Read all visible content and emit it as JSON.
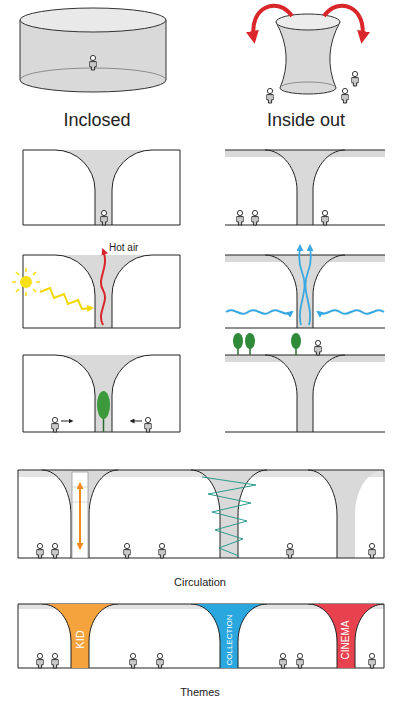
{
  "diagram": {
    "nodes": [
      {
        "text": [
          "KID"
        ]
      },
      {
        "text": [
          "COLLECTION"
        ]
      },
      {
        "text": [
          "CINEMA"
        ]
      }
    ],
    "labels": [
      "Inclosed",
      "Inside out",
      "Hot air",
      "Circulation",
      "Themes"
    ]
  }
}
